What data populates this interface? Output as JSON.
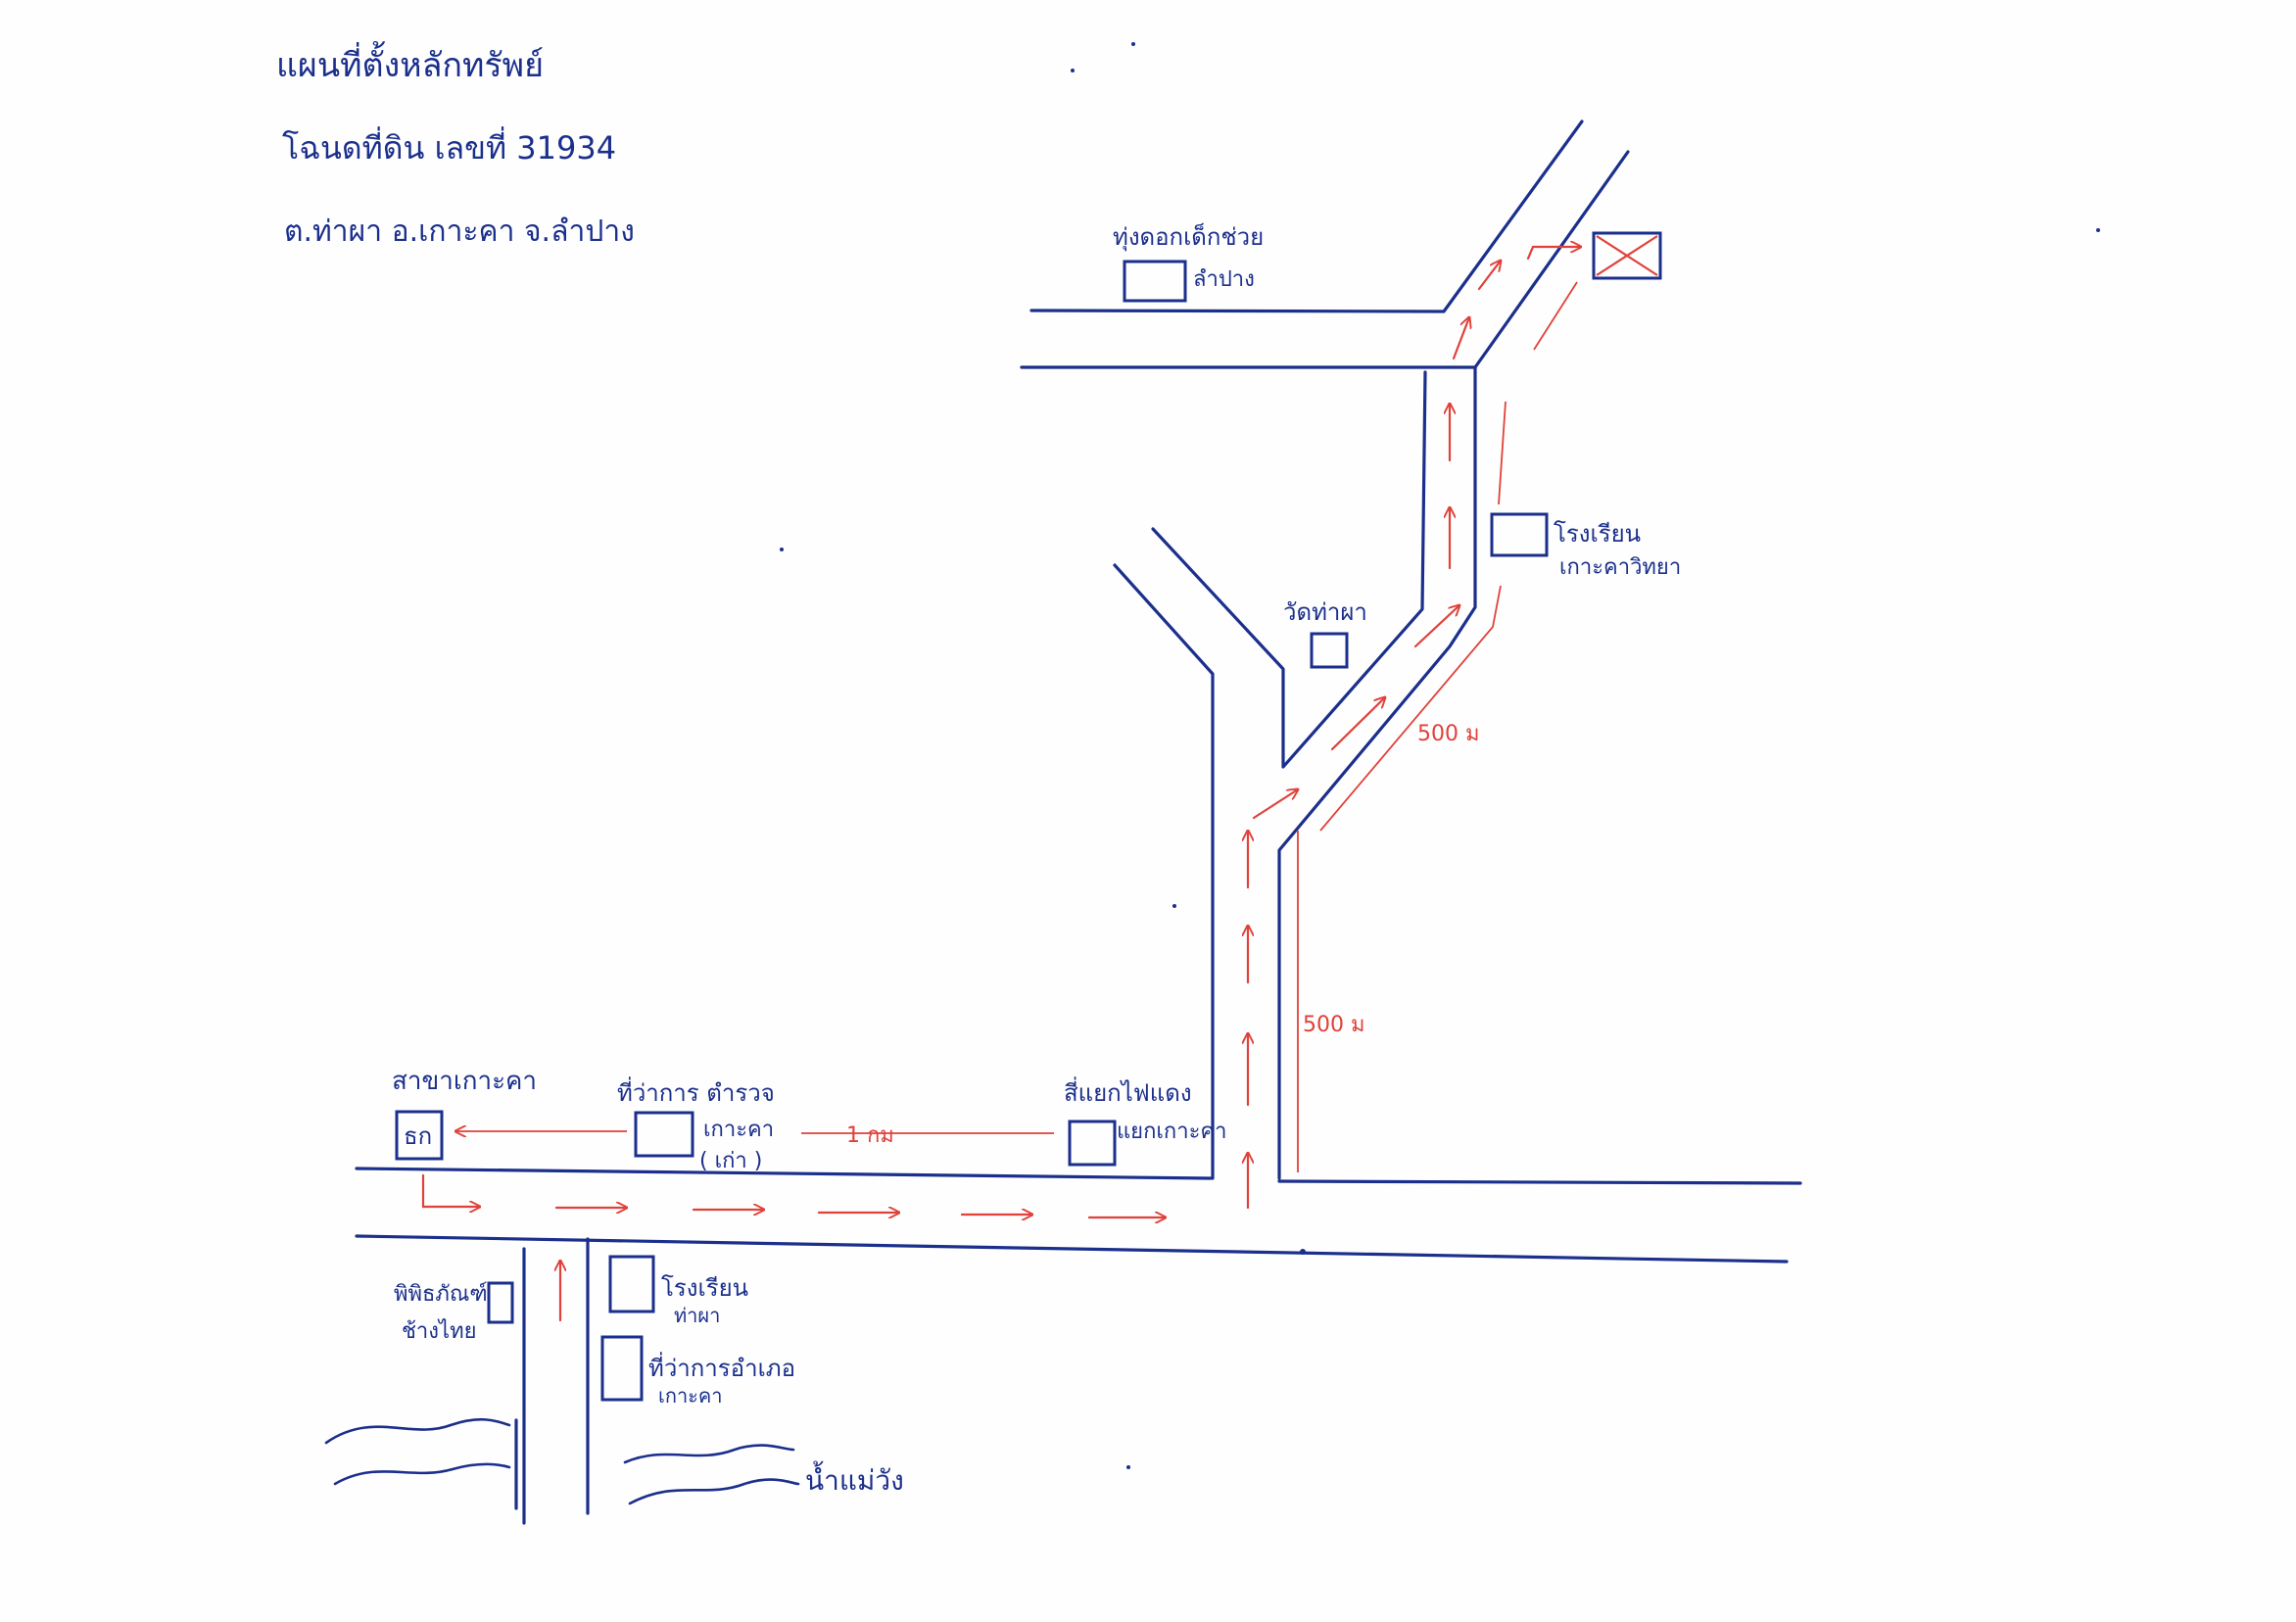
{
  "header": {
    "line1": "แผนที่ตั้งหลักทรัพย์",
    "line2": "โฉนดที่ดิน เลขที่ 31934",
    "line3": "ต.ท่าผา อ.เกาะคา จ.ลำปาง"
  },
  "colors": {
    "ink_blue": "#1b2f8c",
    "ink_red": "#e0413a",
    "paper": "#fefefe"
  },
  "landmarks": {
    "bank_branch": {
      "label": "สาขาเกาะคา",
      "badge": "ธก"
    },
    "police_station": {
      "label_1": "ที่ว่าการ ตำรวจ",
      "label_2": "เกาะคา",
      "label_3": "( เก่า )"
    },
    "intersection": {
      "label_1": "สี่แยกไฟแดง",
      "label_2": "แยกเกาะคา"
    },
    "museum": {
      "label_1": "พิพิธภัณฑ์",
      "label_2": "ช้างไทย"
    },
    "school_thapha": {
      "label_1": "โรงเรียน",
      "label_2": "ท่าผา"
    },
    "district_office": {
      "label_1": "ที่ว่าการอำเภอ",
      "label_2": "เกาะคา"
    },
    "river": {
      "label": "น้ำแม่วัง"
    },
    "temple": {
      "label": "วัดท่าผา"
    },
    "school_kohka": {
      "label_1": "โรงเรียน",
      "label_2": "เกาะคาวิทยา"
    },
    "lottery_office": {
      "label_1": "ทุ่งดอกเด็กช่วย",
      "label_2": "ลำปาง"
    }
  },
  "distances": {
    "d1": "1 กม",
    "d2": "500 ม",
    "d3": "500 ม"
  }
}
